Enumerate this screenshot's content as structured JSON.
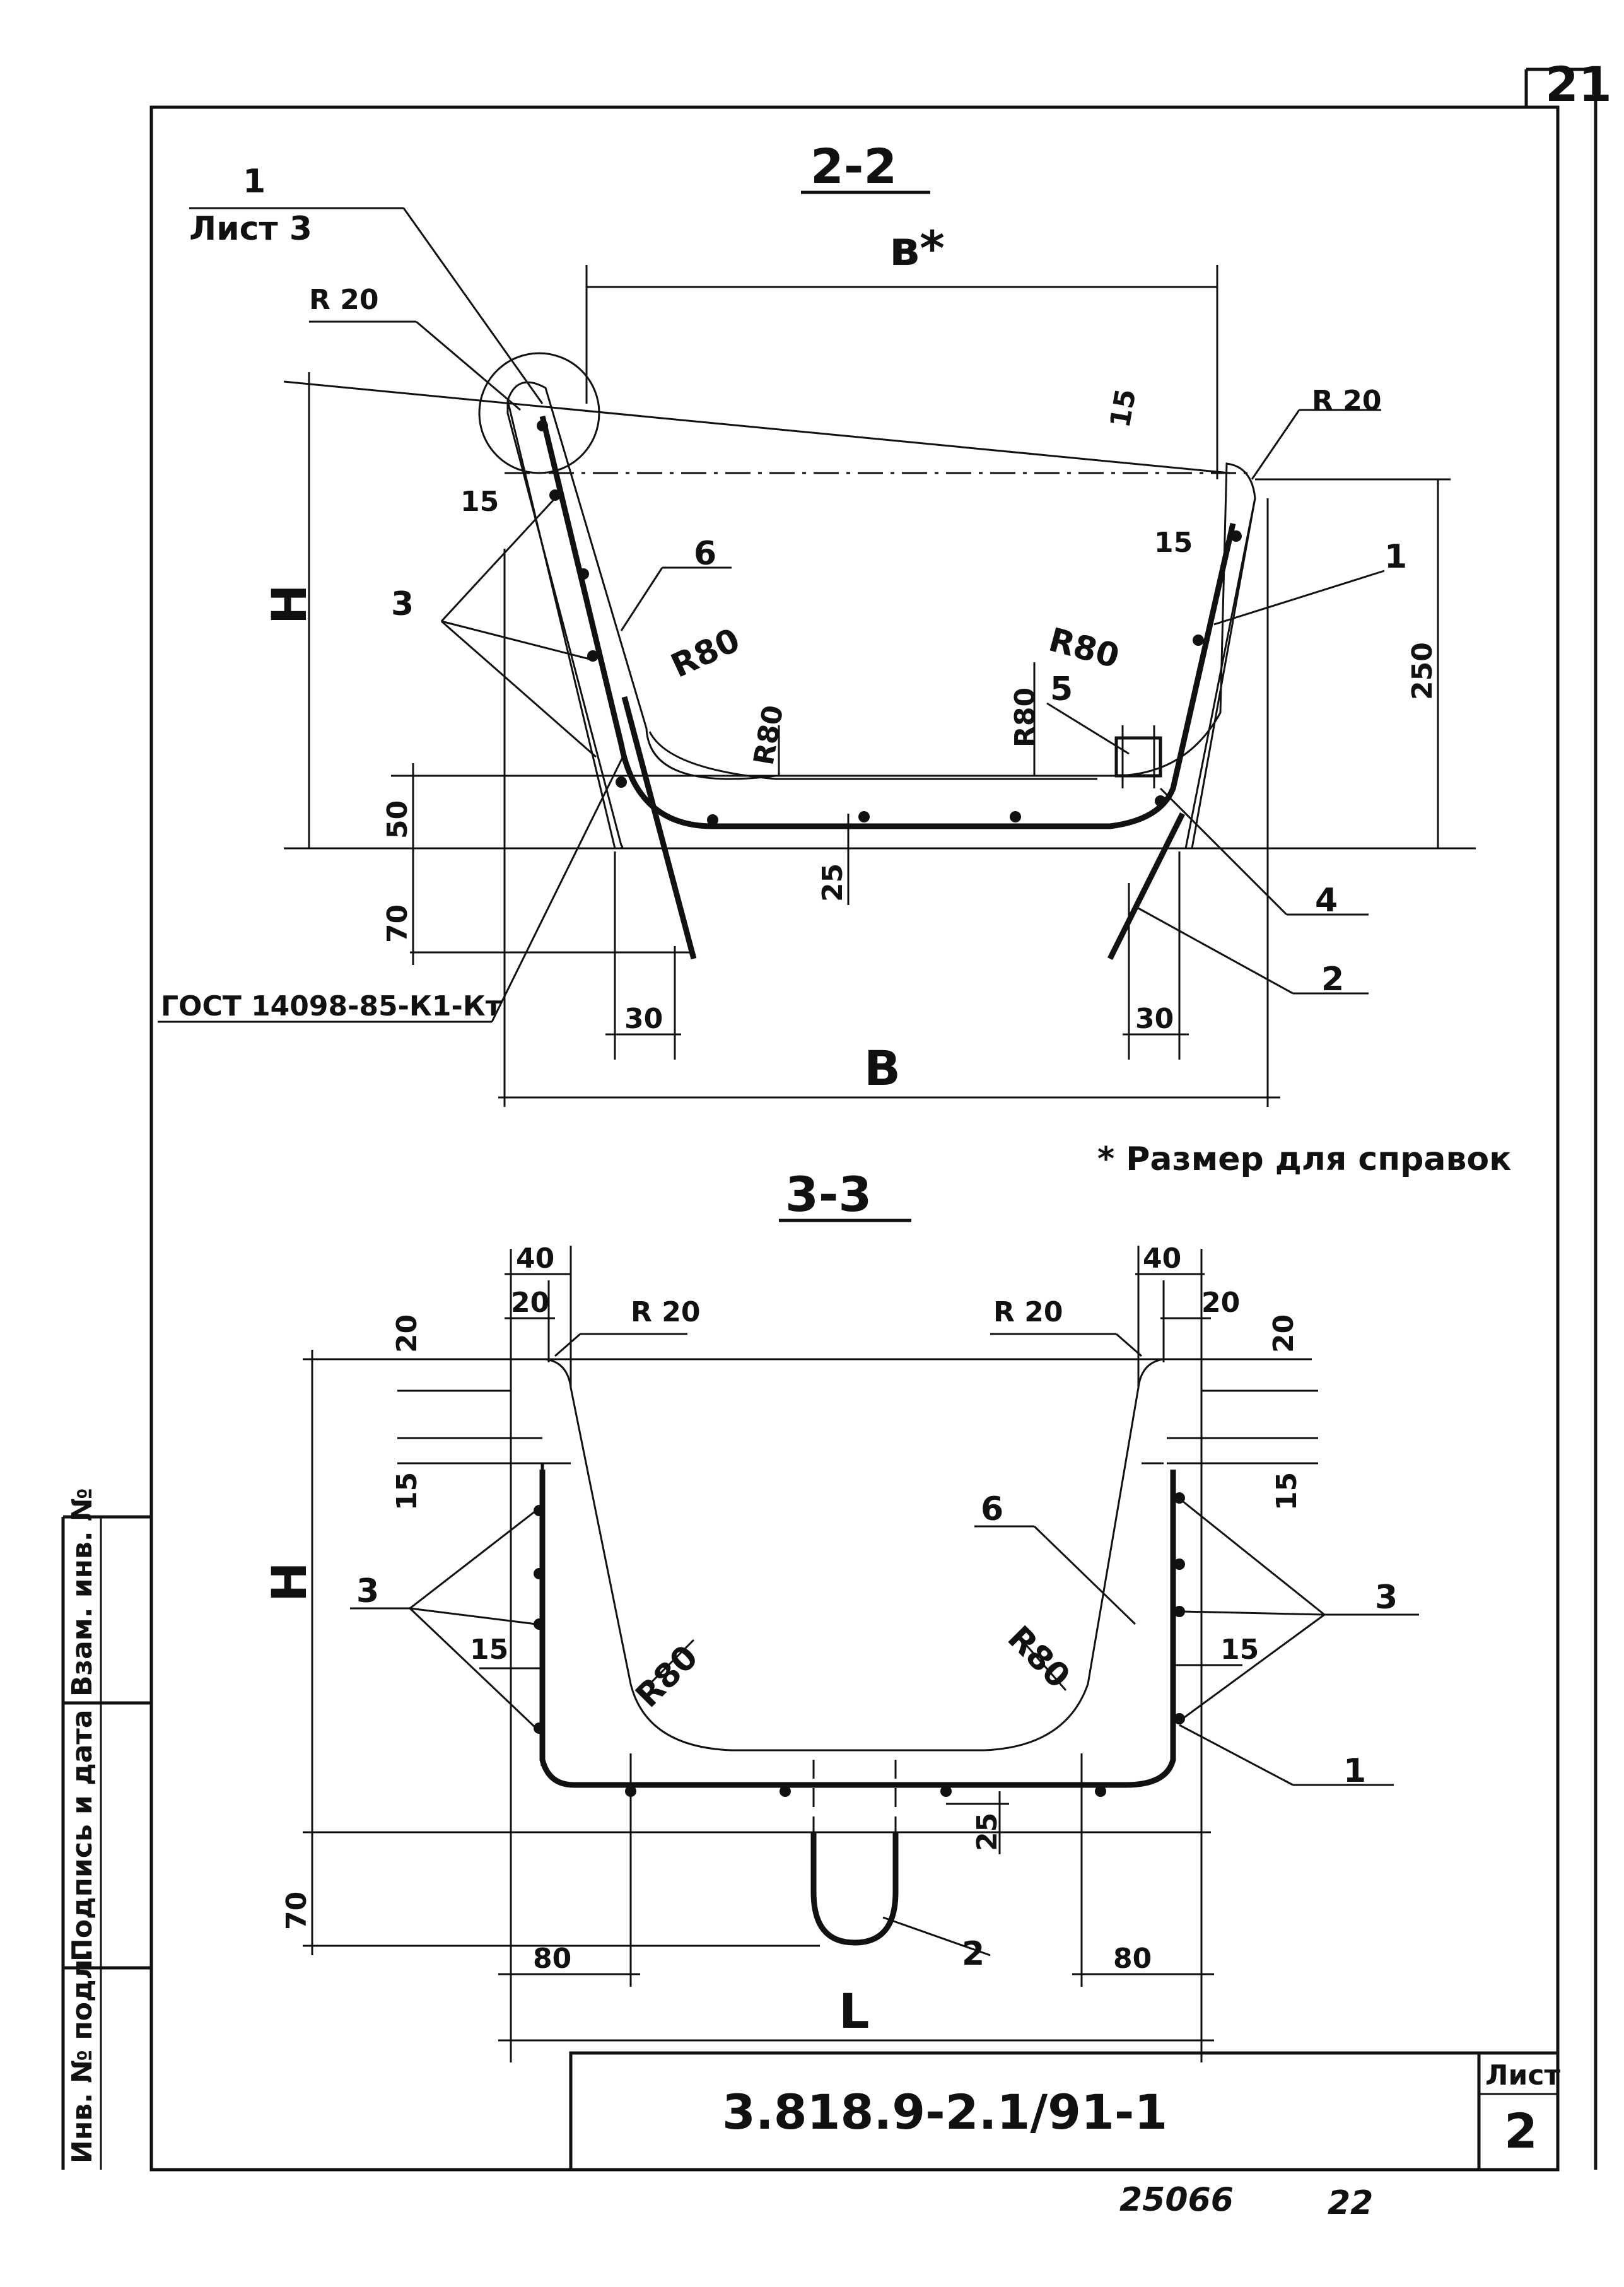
{
  "page_number": "21",
  "sheet_label": "Лист",
  "sheet_number": "2",
  "document_code": "3.818.9-2.1/91-1",
  "footer_number": "25066",
  "footer_page": "22",
  "note": "* Размер для справок",
  "stamp_fields": [
    "Инв. № подл.",
    "Подпись и дата",
    "Взам. инв. №"
  ],
  "section_2_2": {
    "title": "2-2",
    "callout_number": "1",
    "callout_sheet": "Лист 3",
    "dim_b_star": "в*",
    "dim_B": "В",
    "dim_H": "Н",
    "dim_250": "250",
    "dim_50": "50",
    "dim_70": "70",
    "dim_25": "25",
    "dim_30_left": "30",
    "dim_30_right": "30",
    "dim_15_left": "15",
    "dim_15_top": "15",
    "dim_15_right": "15",
    "radius_20_left": "R 20",
    "radius_20_right": "R 20",
    "radius_80_a": "R80",
    "radius_80_b": "R80",
    "radius_80_c": "R80",
    "radius_80_d": "R80",
    "gost": "ГОСТ 14098-85-К1-Кт",
    "pos_1": "1",
    "pos_2": "2",
    "pos_3": "3",
    "pos_4": "4",
    "pos_5": "5",
    "pos_6": "6"
  },
  "section_3_3": {
    "title": "3-3",
    "dim_40_left": "40",
    "dim_40_right": "40",
    "dim_20_left": "20",
    "dim_20_right": "20",
    "dim_20_top_left": "20",
    "dim_20_top_right": "20",
    "dim_15_left": "15",
    "dim_15_right": "15",
    "dim_15_inner_left": "15",
    "dim_15_inner_right": "15",
    "dim_H": "Н",
    "dim_70": "70",
    "dim_25": "25",
    "dim_80_left": "80",
    "dim_80_right": "80",
    "dim_L": "L",
    "radius_20_left": "R 20",
    "radius_20_right": "R 20",
    "radius_80_left": "R80",
    "radius_80_right": "R80",
    "pos_1": "1",
    "pos_2": "2",
    "pos_3_left": "3",
    "pos_3_right": "3",
    "pos_6": "6"
  }
}
